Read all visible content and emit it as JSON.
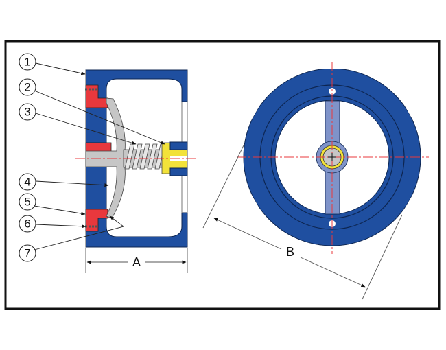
{
  "callouts": [
    "1",
    "2",
    "3",
    "4",
    "5",
    "6",
    "7"
  ],
  "dimensions": {
    "a": "A",
    "b": "B"
  },
  "colors": {
    "body": "#1f4fa0",
    "seat": "#e8383d",
    "disc": "#c6c6c6",
    "bushing": "#f2e23a",
    "stay": "#7f93c9",
    "centerline": "#e8383d"
  }
}
